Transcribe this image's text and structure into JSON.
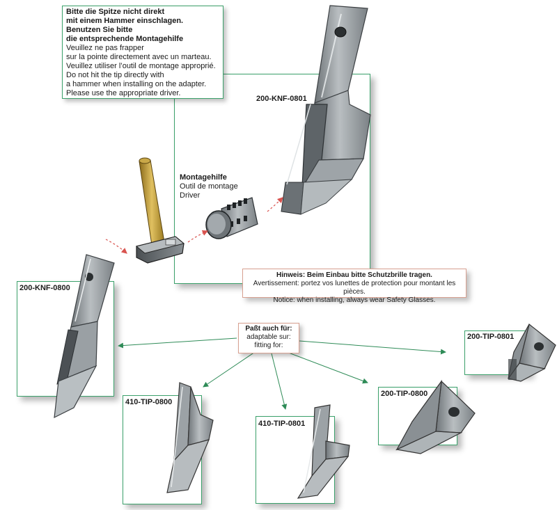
{
  "instruction_box": {
    "bold_lines": [
      "Bitte die Spitze nicht direkt",
      "mit einem Hammer einschlagen.",
      "Benutzen Sie bitte",
      "die entsprechende Montagehilfe"
    ],
    "lines": [
      "Veuillez ne pas frapper",
      "sur la pointe directement avec un marteau.",
      "Veuillez utiliser l’outil de montage approprié.",
      "Do not hit the tip directly with",
      "a hammer when installing on the adapter.",
      "Please use the appropriate driver."
    ]
  },
  "main_part_label": "200-KNF-0801",
  "driver": {
    "title": "Montagehilfe",
    "lines": [
      "Outil de montage",
      "Driver"
    ]
  },
  "safety_box": {
    "title": "Hinweis: Beim Einbau bitte Schutzbrille tragen.",
    "lines": [
      "Avertissement: portez vos lunettes de protection pour montant les pièces.",
      "Notice: when installing, always wear Safety Glasses."
    ]
  },
  "fits_box": {
    "title": "Paßt auch für:",
    "lines": [
      "adaptable sur:",
      "fitting for:"
    ]
  },
  "parts": {
    "knf0800": "200-KNF-0800",
    "tip410_0800": "410-TIP-0800",
    "tip410_0801": "410-TIP-0801",
    "tip200_0800": "200-TIP-0800",
    "tip200_0801": "200-TIP-0801"
  },
  "colors": {
    "frame_green": "#3aa06a",
    "arrow_green": "#2e8b57",
    "arrow_red": "#d9534f",
    "salmon_border": "#d8a090",
    "steel": "#8e9498"
  }
}
